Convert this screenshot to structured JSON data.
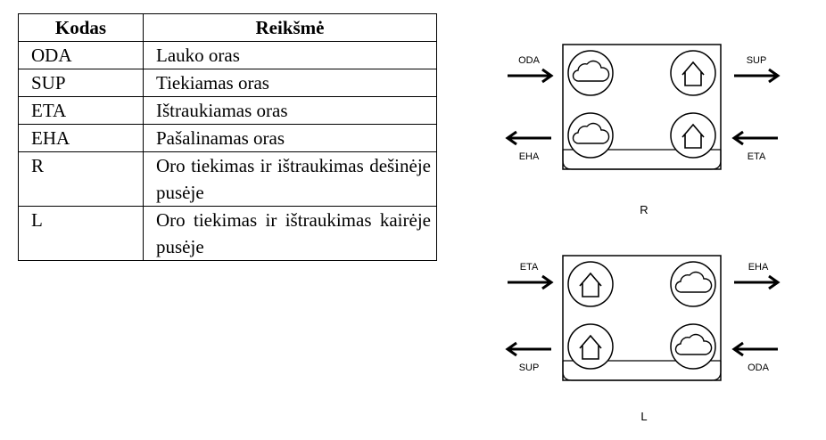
{
  "table": {
    "headers": [
      "Kodas",
      "Reikšmė"
    ],
    "rows": [
      {
        "code": "ODA",
        "meaning": "Lauko oras"
      },
      {
        "code": "SUP",
        "meaning": "Tiekiamas oras"
      },
      {
        "code": "ETA",
        "meaning": "Ištraukiamas oras"
      },
      {
        "code": "EHA",
        "meaning": "Pašalinamas oras"
      },
      {
        "code": "R",
        "meaning": "Oro tiekimas ir ištraukimas dešinėje pusėje"
      },
      {
        "code": "L",
        "meaning": "Oro tiekimas ir ištraukimas kairėje pusėje"
      }
    ]
  },
  "diagram_r": {
    "caption": "R",
    "top_left_label": "ODA",
    "top_right_label": "SUP",
    "bottom_left_label": "EHA",
    "bottom_right_label": "ETA",
    "icons": [
      "cloud-icon",
      "house-icon",
      "cloud-icon",
      "house-icon"
    ]
  },
  "diagram_l": {
    "caption": "L",
    "top_left_label": "ETA",
    "top_right_label": "EHA",
    "bottom_left_label": "SUP",
    "bottom_right_label": "ODA",
    "icons": [
      "house-icon",
      "cloud-icon",
      "house-icon",
      "cloud-icon"
    ]
  }
}
